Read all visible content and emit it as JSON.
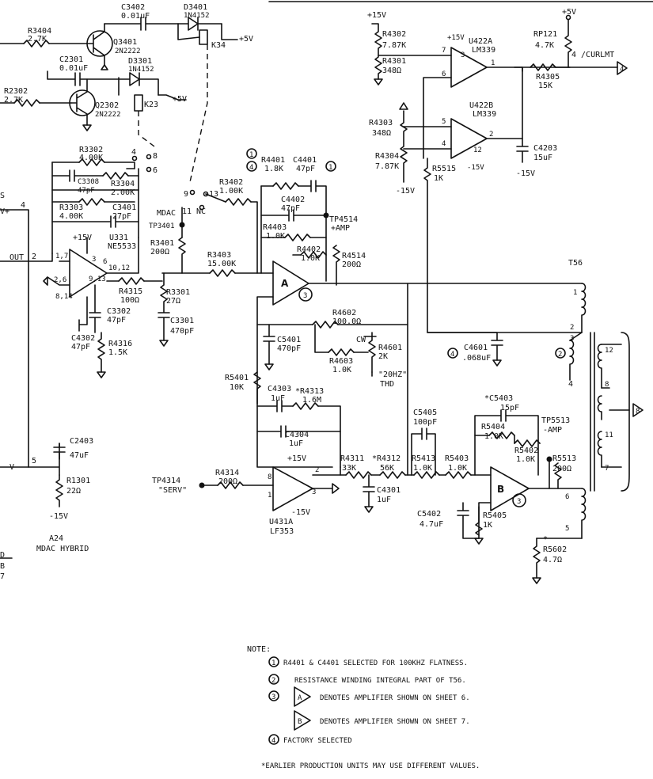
{
  "top_section": {
    "c3402": "C3402",
    "c3402_val": "0.01uF",
    "d3401": "D3401",
    "d3401_part": "1N4152",
    "r3404": "R3404",
    "r3404_val": "2.7K",
    "q3401": "Q3401",
    "q3401_part": "2N2222",
    "k34": "K34",
    "plus5v_a": "+5V",
    "c2301": "C2301",
    "c2301_val": "0.01uF",
    "d3301": "D3301",
    "d3301_part": "1N4152",
    "r2302": "R2302",
    "r2302_val": "2.7K",
    "q2302": "Q2302",
    "q2302_part": "2N2222",
    "k23": "K23",
    "plus5v_b": "+5V"
  },
  "input_section": {
    "r3302": "R3302",
    "r3302_val": "4.00K",
    "c3308": "C3308",
    "c3308_val": "47pF",
    "r3304": "R3304",
    "r3304_val": "2.00K",
    "r3303": "R3303",
    "r3303_val": "4.00K",
    "c3401": "C3401",
    "c3401_val": "27pF",
    "u331": "U331",
    "u331_part": "NE5533",
    "plus15v": "+15V",
    "out_label": "OUT",
    "pin2": "2",
    "pin17": "1,7",
    "pin3": "3",
    "pin6": "6",
    "pin1012": "10,12",
    "pin26": "2,6",
    "pin913": "9,13",
    "pin814": "8,14",
    "r4315": "R4315",
    "r4315_val": "100Ω",
    "c3302": "C3302",
    "c3302_val": "47pF",
    "c4302": "C4302",
    "c4302_val": "47pF",
    "r4316": "R4316",
    "r4316_val": "1.5K",
    "s_label": "S",
    "vplus": "V+",
    "pin4": "4",
    "c2403": "C2403",
    "c2403_val": "47uF",
    "vminus": "V-",
    "pin5": "5",
    "r1301": "R1301",
    "r1301_val": "22Ω",
    "minus15v": "-15V",
    "a24": "A24",
    "mdac_hybrid": "MDAC HYBRID",
    "edge_d": "D",
    "edge_b": "B",
    "edge_7": "7"
  },
  "switch_section": {
    "sw4": "4",
    "sw8": "8",
    "sw6": "6",
    "sw9": "9",
    "sw13": "13",
    "sw11": "11",
    "nc": "NC",
    "mdac": "MDAC",
    "tp3401": "TP3401",
    "r3401": "R3401",
    "r3401_val": "200Ω",
    "r3402": "R3402",
    "r3402_val": "1.00K",
    "r3403": "R3403",
    "r3403_val": "15.00K",
    "r3301": "R3301",
    "r3301_val": "27Ω",
    "c3301": "C3301",
    "c3301_val": "470pF"
  },
  "amp_a_section": {
    "note1a": "1",
    "note4": "4",
    "r4401": "R4401",
    "r4401_val": "1.8K",
    "c4401": "C4401",
    "c4401_val": "47pF",
    "note1b": "1",
    "c4402": "C4402",
    "c4402_val": "47pF",
    "tp4514": "TP4514",
    "tp4514_name": "+AMP",
    "r4403": "R4403",
    "r4403_val": "1.0K",
    "r4402": "R4402",
    "r4402_val": "1.0K",
    "r4514": "R4514",
    "r4514_val": "200Ω",
    "amp_a": "A",
    "ref3": "3",
    "r4602": "R4602",
    "r4602_val": "100.0Ω",
    "c5401": "C5401",
    "c5401_val": "470pF",
    "cw": "CW",
    "r4601": "R4601",
    "r4601_val": "2K",
    "r4603": "R4603",
    "r4603_val": "1.0K",
    "hz20": "\"20HZ\"",
    "thd": "THD",
    "c4601_note": "4",
    "c4601": "C4601",
    "c4601_val": ".068uF",
    "ref2": "2",
    "t_pin4": "4"
  },
  "comparator_section": {
    "plus15v_a": "+15V",
    "r4302": "R4302",
    "r4302_val": "7.87K",
    "r4301": "R4301",
    "r4301_val": "348Ω",
    "u422a": "U422A",
    "u422a_part": "LM339",
    "plus15v_b": "+15V",
    "pin7": "7",
    "pin3": "3",
    "pin6": "6",
    "pin1": "1",
    "plus5v": "+5V",
    "rp121": "RP121",
    "rp121_val": "4.7K",
    "curlmt": "4 /CURLMT",
    "ref4": "4",
    "r4305": "R4305",
    "r4305_val": "15K",
    "u422b": "U422B",
    "u422b_part": "LM339",
    "pin5": "5",
    "pin4": "4",
    "pin2": "2",
    "pin12": "12",
    "minus15v_a": "-15V",
    "r4303": "R4303",
    "r4303_val": "348Ω",
    "r4304": "R4304",
    "r4304_val": "7.87K",
    "r5515": "R5515",
    "r5515_val": "1K",
    "minus15v_b": "-15V",
    "c4203": "C4203",
    "c4203_val": "15uF",
    "minus15v_c": "-15V"
  },
  "servo_section": {
    "r5401": "R5401",
    "r5401_val": "10K",
    "c4303": "C4303",
    "c4303_val": "1uF",
    "r4313": "*R4313",
    "r4313_val": "1.6M",
    "c4304": "C4304",
    "c4304_val": "1uF",
    "plus15v": "+15V",
    "tp4314": "TP4314",
    "serv": "\"SERV\"",
    "r4314": "R4314",
    "r4314_val": "200Ω",
    "pin8": "8",
    "pin2": "2",
    "pin1": "1",
    "pin3": "3",
    "minus15v": "-15V",
    "u431a": "U431A",
    "u431a_part": "LF353",
    "r4311": "R4311",
    "r4311_val": "33K",
    "r4312": "*R4312",
    "r4312_val": "56K",
    "c4301": "C4301",
    "c4301_val": "1uF"
  },
  "amp_b_section": {
    "c5405": "C5405",
    "c5405_val": "100pF",
    "r5413": "R5413",
    "r5413_val": "1.0K",
    "r5403": "R5403",
    "r5403_val": "1.0K",
    "c5403": "*C5403",
    "c5403_val": "15pF",
    "r5404": "R5404",
    "r5404_val": "1.0K",
    "r5402": "R5402",
    "r5402_val": "1.0K",
    "tp5513": "TP5513",
    "tp5513_name": "-AMP",
    "r5513": "R5513",
    "r5513_val": "200Ω",
    "amp_b": "B",
    "ref3": "3",
    "c5402": "C5402",
    "c5402_val": "4.7uF",
    "r5405": "R5405",
    "r5405_val": "1K",
    "r5602": "R5602",
    "r5602_val": "4.7Ω",
    "r5602_star": "*"
  },
  "transformer": {
    "t56": "T56",
    "p1": "1",
    "p2": "2",
    "p3": "3",
    "p12": "12",
    "p8": "8",
    "p11": "11",
    "p7": "7",
    "p6": "6",
    "p5": "5",
    "out_ref": "8"
  },
  "notes": {
    "title": "NOTE:",
    "n1_num": "1",
    "n1_text": "R4401 & C4401  SELECTED  FOR  100KHZ  FLATNESS.",
    "n2_num": "2",
    "n2_text": "RESISTANCE  WINDING  INTEGRAL  PART OF  T56.",
    "n3_num": "3",
    "n3_a": "A",
    "n3a_text": "DENOTES  AMPLIFIER  SHOWN  ON  SHEET  6.",
    "n3_b": "B",
    "n3b_text": "DENOTES  AMPLIFIER  SHOWN  ON  SHEET  7.",
    "n4_num": "4",
    "n4_text": "FACTORY  SELECTED",
    "star_text": "*EARLIER  PRODUCTION  UNITS  MAY  USE  DIFFERENT  VALUES."
  }
}
